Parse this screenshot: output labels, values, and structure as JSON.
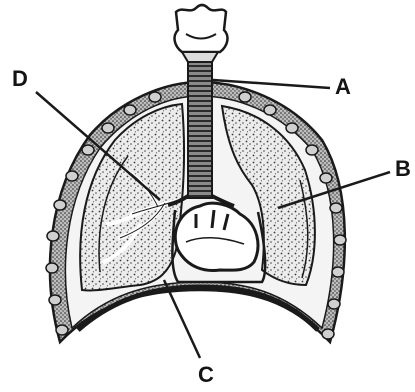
{
  "labels": {
    "a": "A",
    "b": "B",
    "c": "C",
    "d": "D"
  },
  "colors": {
    "ink": "#1a1a1a",
    "paper": "#ffffff",
    "tissue_fill": "#e6e6e6",
    "stipple": "#3a3a3a"
  }
}
